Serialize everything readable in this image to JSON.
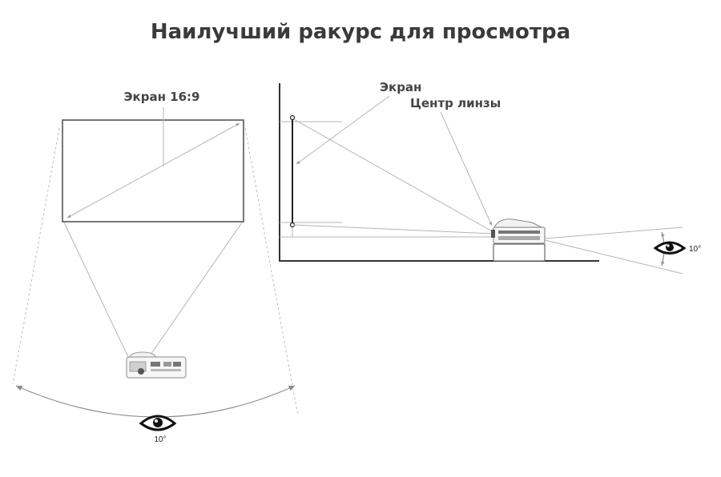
{
  "title": "Наилучший ракурс для просмотра",
  "left_view": {
    "screen_label": "Экран 16:9",
    "angle_label": "10°"
  },
  "side_view": {
    "screen_label": "Экран",
    "lens_label": "Центр линзы",
    "angle_label": "10°"
  },
  "icons": [
    "eye-icon",
    "projector-icon"
  ],
  "colors": {
    "text": "#3a3a3a",
    "lines": "#b5b5b5",
    "axes": "#333333"
  }
}
